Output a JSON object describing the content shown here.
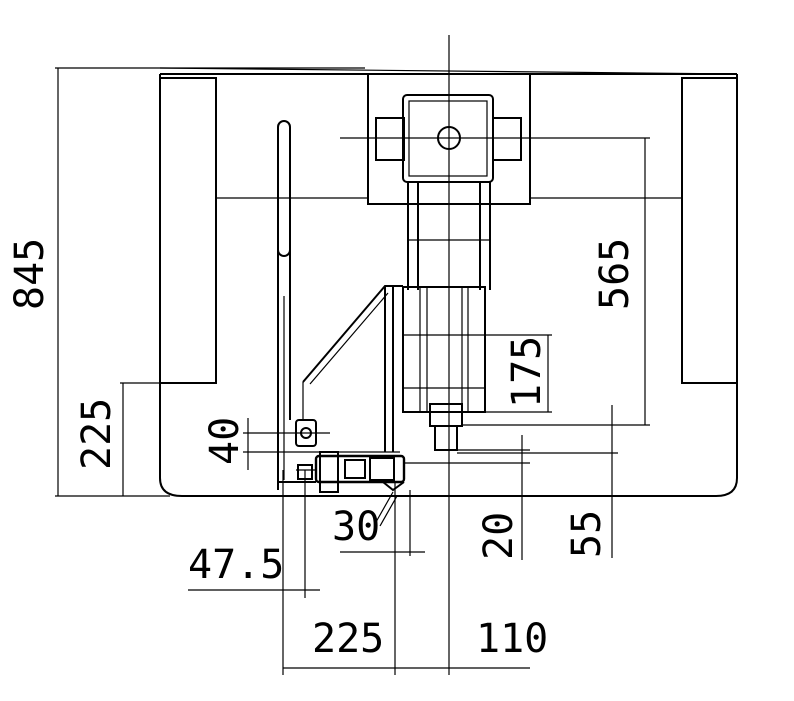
{
  "drawing": {
    "dimensions": {
      "overall_height": "845",
      "base_height": "225",
      "upper_span": "565",
      "motor_height": "175",
      "bracket_offset": "40",
      "chamfer_length": "30",
      "rod_offset": "47.5",
      "bottom_left_span": "225",
      "bottom_right_span": "110",
      "spacing_20": "20",
      "spacing_55": "55"
    },
    "colors": {
      "line": "#000000",
      "background": "#ffffff"
    }
  }
}
